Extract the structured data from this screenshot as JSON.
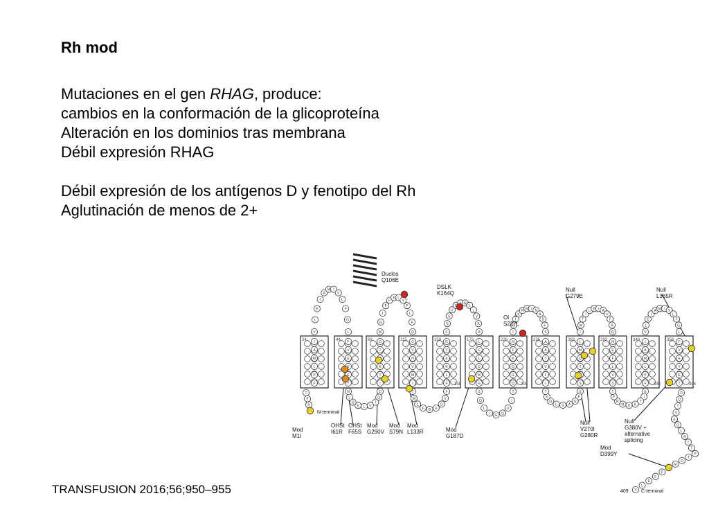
{
  "slide": {
    "heading": "Rh mod",
    "line1_pre": "Mutaciones en el gen ",
    "line1_gene": "RHAG",
    "line1_post": ", produce:",
    "line2": "cambios en la conformación de la glicoproteína",
    "line3": "Alteración en los dominios tras membrana",
    "line4": "Débil expresión RHAG",
    "line5": "Débil expresión de los antígenos D y fenotipo del Rh",
    "line6": "Aglutinación de menos de 2+",
    "citation": "TRANSFUSION 2016;56;950–955"
  },
  "diagram": {
    "terminals": {
      "n": "N-terminal",
      "c": "C-terminal",
      "c_residue": "409"
    },
    "segment_numbers": [
      "24",
      "44",
      "69",
      "76",
      "115",
      "132",
      "159",
      "173",
      "138",
      "226",
      "208",
      "236",
      "283",
      "293",
      "348",
      "358",
      "330",
      "384"
    ],
    "colors": {
      "mod": "#e8d02a",
      "null_red": "#d02424",
      "ohst": "#e08a1c",
      "residue": "#ffffff",
      "outline": "#333333"
    },
    "upper_labels": [
      {
        "lines": [
          "Duclos",
          "Q106E"
        ]
      },
      {
        "lines": [
          "DSLK",
          "K164Q"
        ]
      },
      {
        "lines": [
          "Ol",
          "S227L"
        ],
        "superscript": "a"
      },
      {
        "lines": [
          "Null",
          "G279E"
        ]
      },
      {
        "lines": [
          "Null",
          "L365R"
        ]
      }
    ],
    "lower_labels": [
      {
        "lines": [
          "Mod",
          "M1I"
        ]
      },
      {
        "lines": [
          "OHSt",
          "I61R"
        ]
      },
      {
        "lines": [
          "OHSt",
          "F65S"
        ]
      },
      {
        "lines": [
          "Mod",
          "G290V"
        ]
      },
      {
        "lines": [
          "Mod",
          "S79N"
        ]
      },
      {
        "lines": [
          "Mod",
          "L133R"
        ]
      },
      {
        "lines": [
          "Mod",
          "G187D"
        ]
      },
      {
        "lines": [
          "Null",
          "V270I",
          "G280R"
        ]
      },
      {
        "lines": [
          "Null",
          "G380V +",
          "alternative",
          "splicing"
        ]
      },
      {
        "lines": [
          "Mod",
          "D399Y"
        ]
      }
    ],
    "residue_letters": [
      "M",
      "R",
      "F",
      "T",
      "F",
      "P",
      "L",
      "M",
      "A",
      "I",
      "V",
      "L",
      "E",
      "I",
      "A",
      "M",
      "I",
      "V",
      "L",
      "F",
      "G",
      "L",
      "F",
      "V",
      "E",
      "Y",
      "E",
      "T",
      "D",
      "Q",
      "T",
      "V",
      "L",
      "E",
      "Q",
      "L",
      "N",
      "I",
      "T",
      "K",
      "P",
      "T",
      "D",
      "M",
      "G",
      "I",
      "F",
      "F",
      "E",
      "L",
      "Y",
      "P",
      "L",
      "F",
      "Q",
      "D",
      "V",
      "H",
      "V",
      "M",
      "I",
      "F",
      "V",
      "G",
      "F",
      "G",
      "F",
      "L",
      "M",
      "T",
      "F",
      "L",
      "K",
      "K",
      "Y",
      "G",
      "F",
      "S",
      "S",
      "V",
      "G",
      "I",
      "N",
      "L",
      "L",
      "V",
      "A",
      "A",
      "L",
      "G",
      "L",
      "Q",
      "W",
      "G",
      "T",
      "I",
      "V",
      "Q",
      "G",
      "I",
      "L",
      "Q",
      "S",
      "Q",
      "G",
      "Q",
      "K",
      "F",
      "N",
      "I",
      "G",
      "I",
      "K",
      "N",
      "M",
      "I",
      "N",
      "A",
      "D",
      "F",
      "S",
      "A",
      "A",
      "T",
      "V",
      "L",
      "I",
      "S",
      "F",
      "G",
      "A",
      "V",
      "L",
      "G",
      "K",
      "T",
      "S",
      "P",
      "T",
      "Q",
      "M",
      "L",
      "I",
      "M",
      "T",
      "I",
      "L",
      "E",
      "I",
      "A",
      "V",
      "F",
      "A",
      "Q",
      "N",
      "E",
      "F",
      "L",
      "V",
      "S",
      "E",
      "I",
      "T",
      "K",
      "D"
    ]
  }
}
